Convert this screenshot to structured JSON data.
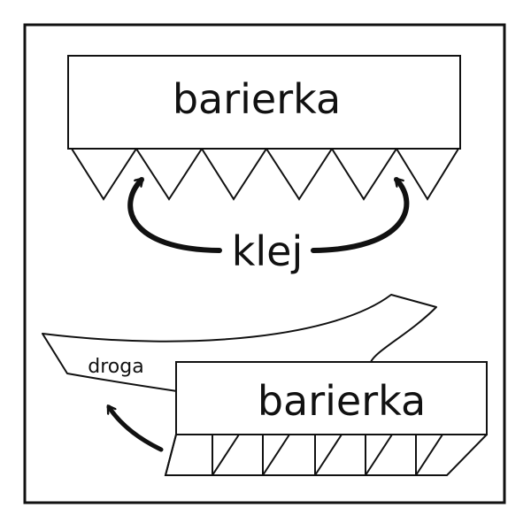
{
  "diagram": {
    "top_barrier_label": "barierka",
    "glue_label": "klej",
    "road_label": "droga",
    "bottom_barrier_label": "barierka"
  },
  "colors": {
    "stroke": "#111111",
    "background": "#ffffff"
  }
}
